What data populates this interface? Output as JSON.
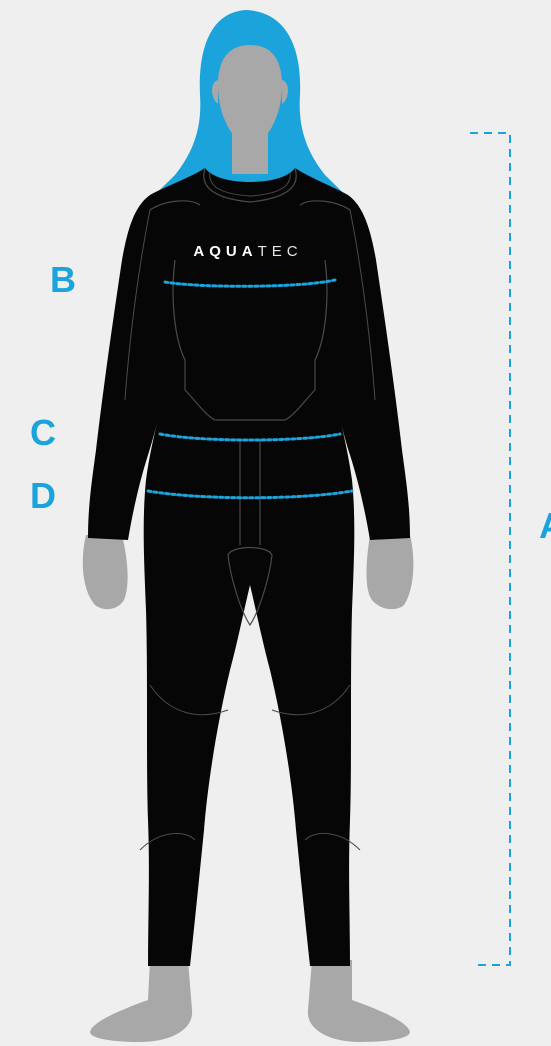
{
  "brand": {
    "strong": "AQUA",
    "light": "TEC"
  },
  "labels": {
    "a": "A",
    "b": "B",
    "c": "C",
    "d": "D"
  },
  "colors": {
    "background": "#efefef",
    "accent": "#1ba3dc",
    "suit": "#060606",
    "skin": "#a8a8a8",
    "seam": "#4a4a4a"
  }
}
